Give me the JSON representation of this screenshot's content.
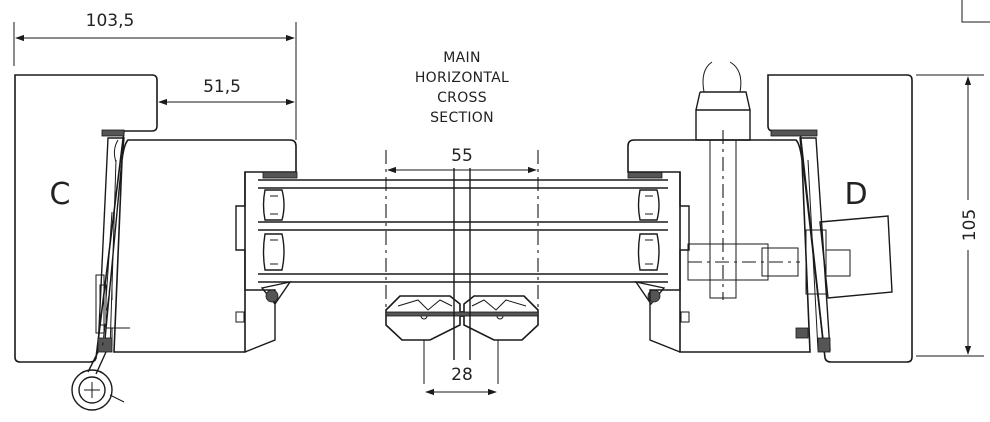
{
  "labels": {
    "left_part": "C",
    "right_part": "D"
  },
  "section_note": {
    "line1": "MAIN",
    "line2": "HORIZONTAL",
    "line3": "CROSS",
    "line4": "SECTION"
  },
  "dimensions": {
    "overall_width": "103,5",
    "half_width": "51,5",
    "center_width": "55",
    "bottom_width": "28",
    "height": "105"
  },
  "colors": {
    "stroke": "#1a1a1a",
    "hatch": "#555555"
  }
}
